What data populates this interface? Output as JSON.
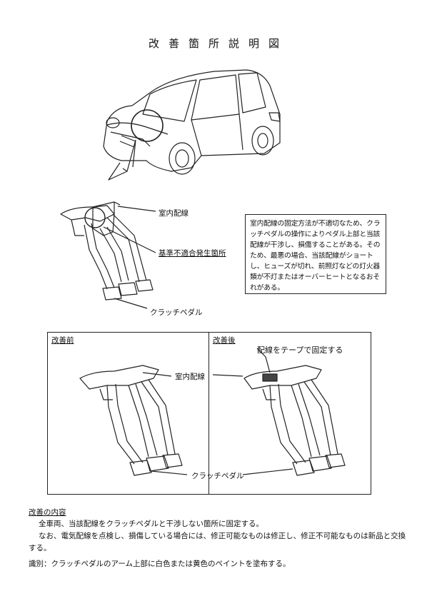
{
  "title": "改善箇所説明図",
  "top_figure": {
    "label_wiring": "室内配線",
    "label_defect": "基準不適合発生箇所",
    "label_clutch": "クラッチペダル"
  },
  "note": "室内配線の固定方法が不適切なため、クラッチペダルの操作によりペダル上部と当該配線が干渉し、損傷することがある。そのため、最悪の場合、当該配線がショートし、ヒューズが切れ、前照灯などの灯火器類が不灯またはオーバーヒートとなるおそれがある。",
  "before": {
    "heading": "改善前",
    "label_wiring": "室内配線",
    "label_clutch": "クラッチペダル"
  },
  "after": {
    "heading": "改善後",
    "label_tape": "配線をテープで固定する"
  },
  "improvement": {
    "heading": "改善の内容",
    "line1": "全車両、当該配線をクラッチペダルと干渉しない箇所に固定する。",
    "line2": "なお、電気配線を点検し、損傷している場合には、修正可能なものは修正し、修正不可能なものは新品と交換する。"
  },
  "identification": "識別：クラッチペダルのアーム上部に白色または黄色のペイントを塗布する。"
}
